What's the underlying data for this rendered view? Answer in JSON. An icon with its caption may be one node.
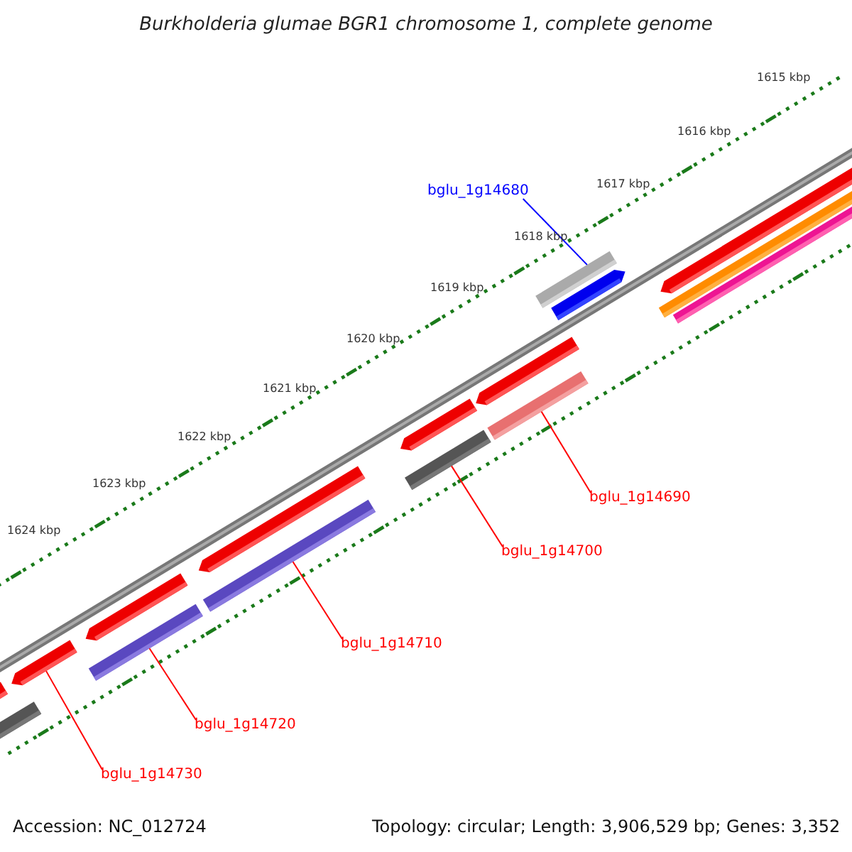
{
  "diagram": {
    "title": "Burkholderia glumae BGR1 chromosome 1, complete genome",
    "nodes": [
      {
        "text": [
          "bglu_1g14680"
        ]
      },
      {
        "text": [],
        "shape": "bar"
      },
      {
        "text": [
          "bglu_1g14690"
        ]
      },
      {
        "text": [],
        "shape": "bar"
      },
      {
        "text": [
          "bglu_1g14700"
        ]
      },
      {
        "text": [],
        "shape": "bar"
      },
      {
        "text": [
          "bglu_1g14710"
        ]
      },
      {
        "text": [],
        "shape": "bar"
      },
      {
        "text": [
          "bglu_1g14720"
        ]
      },
      {
        "text": [],
        "shape": "bar"
      },
      {
        "text": [
          "bglu_1g14730"
        ]
      },
      {
        "text": [],
        "shape": "bar"
      }
    ],
    "edges": [
      {
        "from": 0,
        "to": 1,
        "arrow": "none",
        "color": "#0000ff"
      },
      {
        "from": 2,
        "to": 3,
        "arrow": "none"
      },
      {
        "from": 4,
        "to": 5,
        "arrow": "none"
      },
      {
        "from": 6,
        "to": 7,
        "arrow": "none"
      },
      {
        "from": 8,
        "to": 9,
        "arrow": "none"
      },
      {
        "from": 10,
        "to": 11,
        "arrow": "none"
      }
    ],
    "labels": [
      "1615 kbp",
      "1616 kbp",
      "1617 kbp",
      "1618 kbp",
      "1619 kbp",
      "1620 kbp",
      "1621 kbp",
      "1622 kbp",
      "1623 kbp",
      "1624 kbp",
      "Accession: NC_012724",
      "Topology: circular; Length: 3,906,529 bp; Genes: 3,352"
    ]
  }
}
